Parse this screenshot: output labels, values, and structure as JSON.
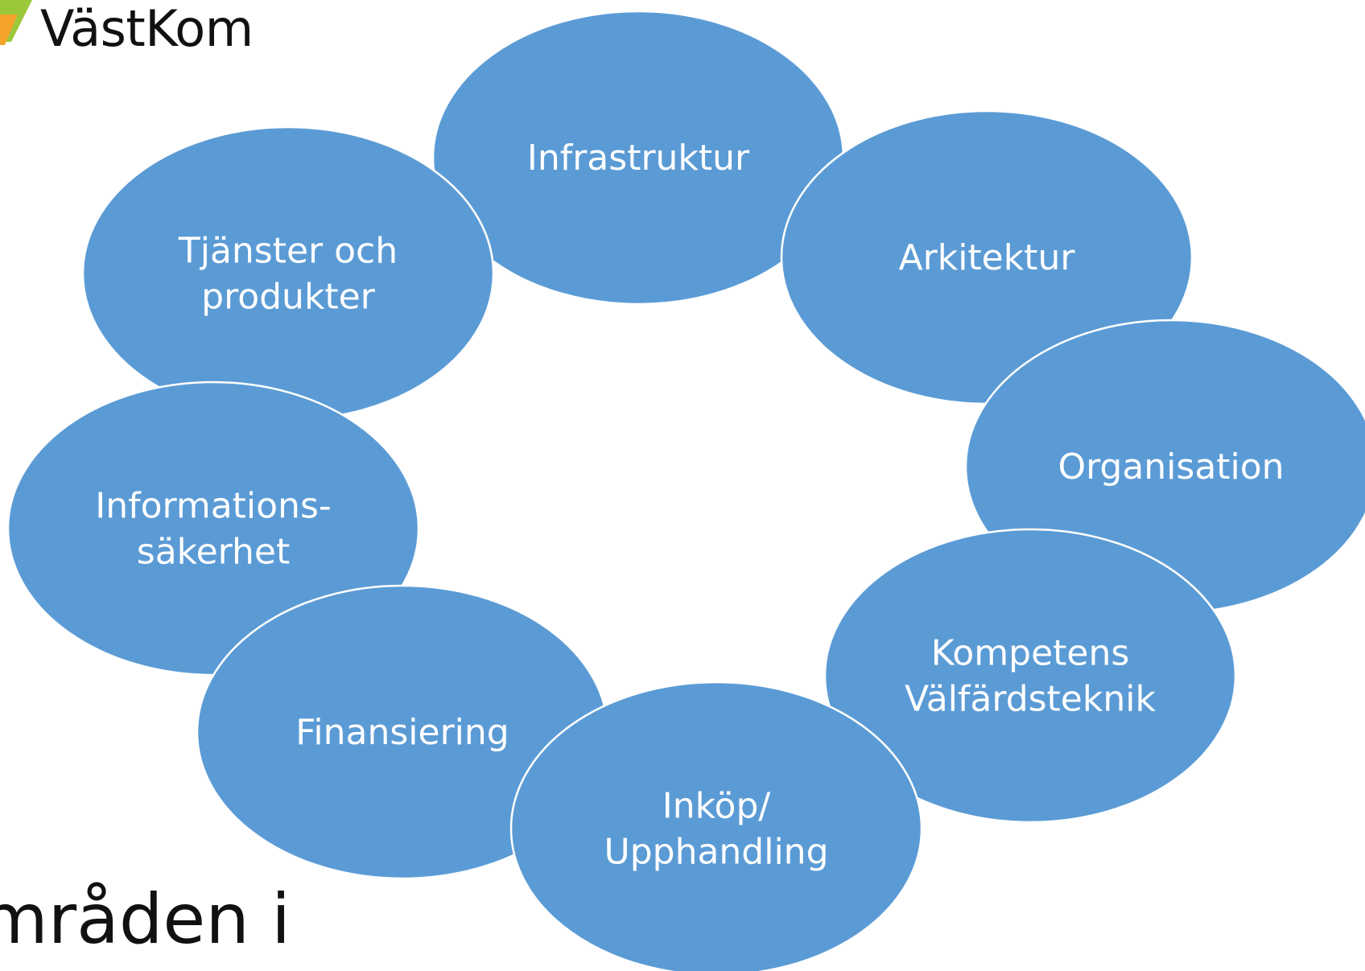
{
  "brand": {
    "logo_text": "VästKom",
    "logo_colors": {
      "green": "#9bc83b",
      "orange": "#f5a32a"
    }
  },
  "footer": {
    "partial_title": "mråden i"
  },
  "colors": {
    "node_fill": "#5b9bd5",
    "node_stroke": "#ffffff",
    "label": "#ffffff"
  },
  "nodes": [
    {
      "id": "infrastruktur",
      "lines": [
        "Infrastruktur"
      ]
    },
    {
      "id": "tjanster",
      "lines": [
        "Tjänster och",
        "produkter"
      ]
    },
    {
      "id": "arkitektur",
      "lines": [
        "Arkitektur"
      ]
    },
    {
      "id": "informationssakerhet",
      "lines": [
        "Informations-",
        "säkerhet"
      ]
    },
    {
      "id": "organisation",
      "lines": [
        "Organisation"
      ]
    },
    {
      "id": "finansiering",
      "lines": [
        "Finansiering"
      ]
    },
    {
      "id": "kompetens",
      "lines": [
        "Kompetens",
        "Välfärdsteknik"
      ]
    },
    {
      "id": "inkop",
      "lines": [
        "Inköp/",
        "Upphandling"
      ]
    }
  ]
}
